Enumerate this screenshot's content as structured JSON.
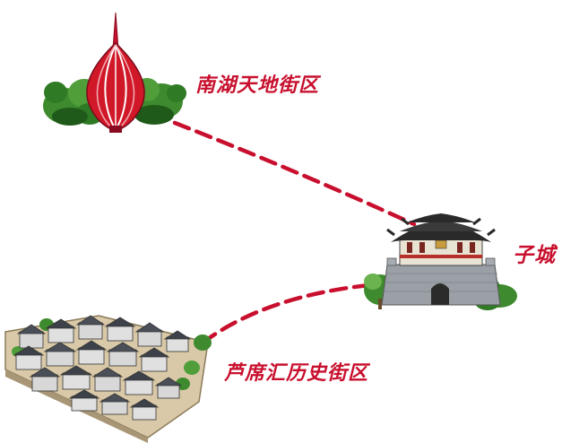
{
  "colors": {
    "route": "#c8102e",
    "label": "#c8102e",
    "tree": "#3e8a2e",
    "tree_dark": "#1f5a1a",
    "roof": "#2a2a2a",
    "wall": "#9aa0a6",
    "building_wall": "#d8d8d8"
  },
  "landmarks": [
    {
      "id": "nanhu",
      "name": "南湖天地街区",
      "icon": "red-lantern-sculpture-icon"
    },
    {
      "id": "zicheng",
      "name": "子城",
      "icon": "city-gate-icon"
    },
    {
      "id": "lupai",
      "name": "芦席汇历史街区",
      "icon": "old-town-block-icon"
    }
  ],
  "routes": [
    {
      "from": "南湖天地街区",
      "to": "子城",
      "style": "dashed"
    },
    {
      "from": "子城",
      "to": "芦席汇历史街区",
      "style": "dashed"
    }
  ]
}
